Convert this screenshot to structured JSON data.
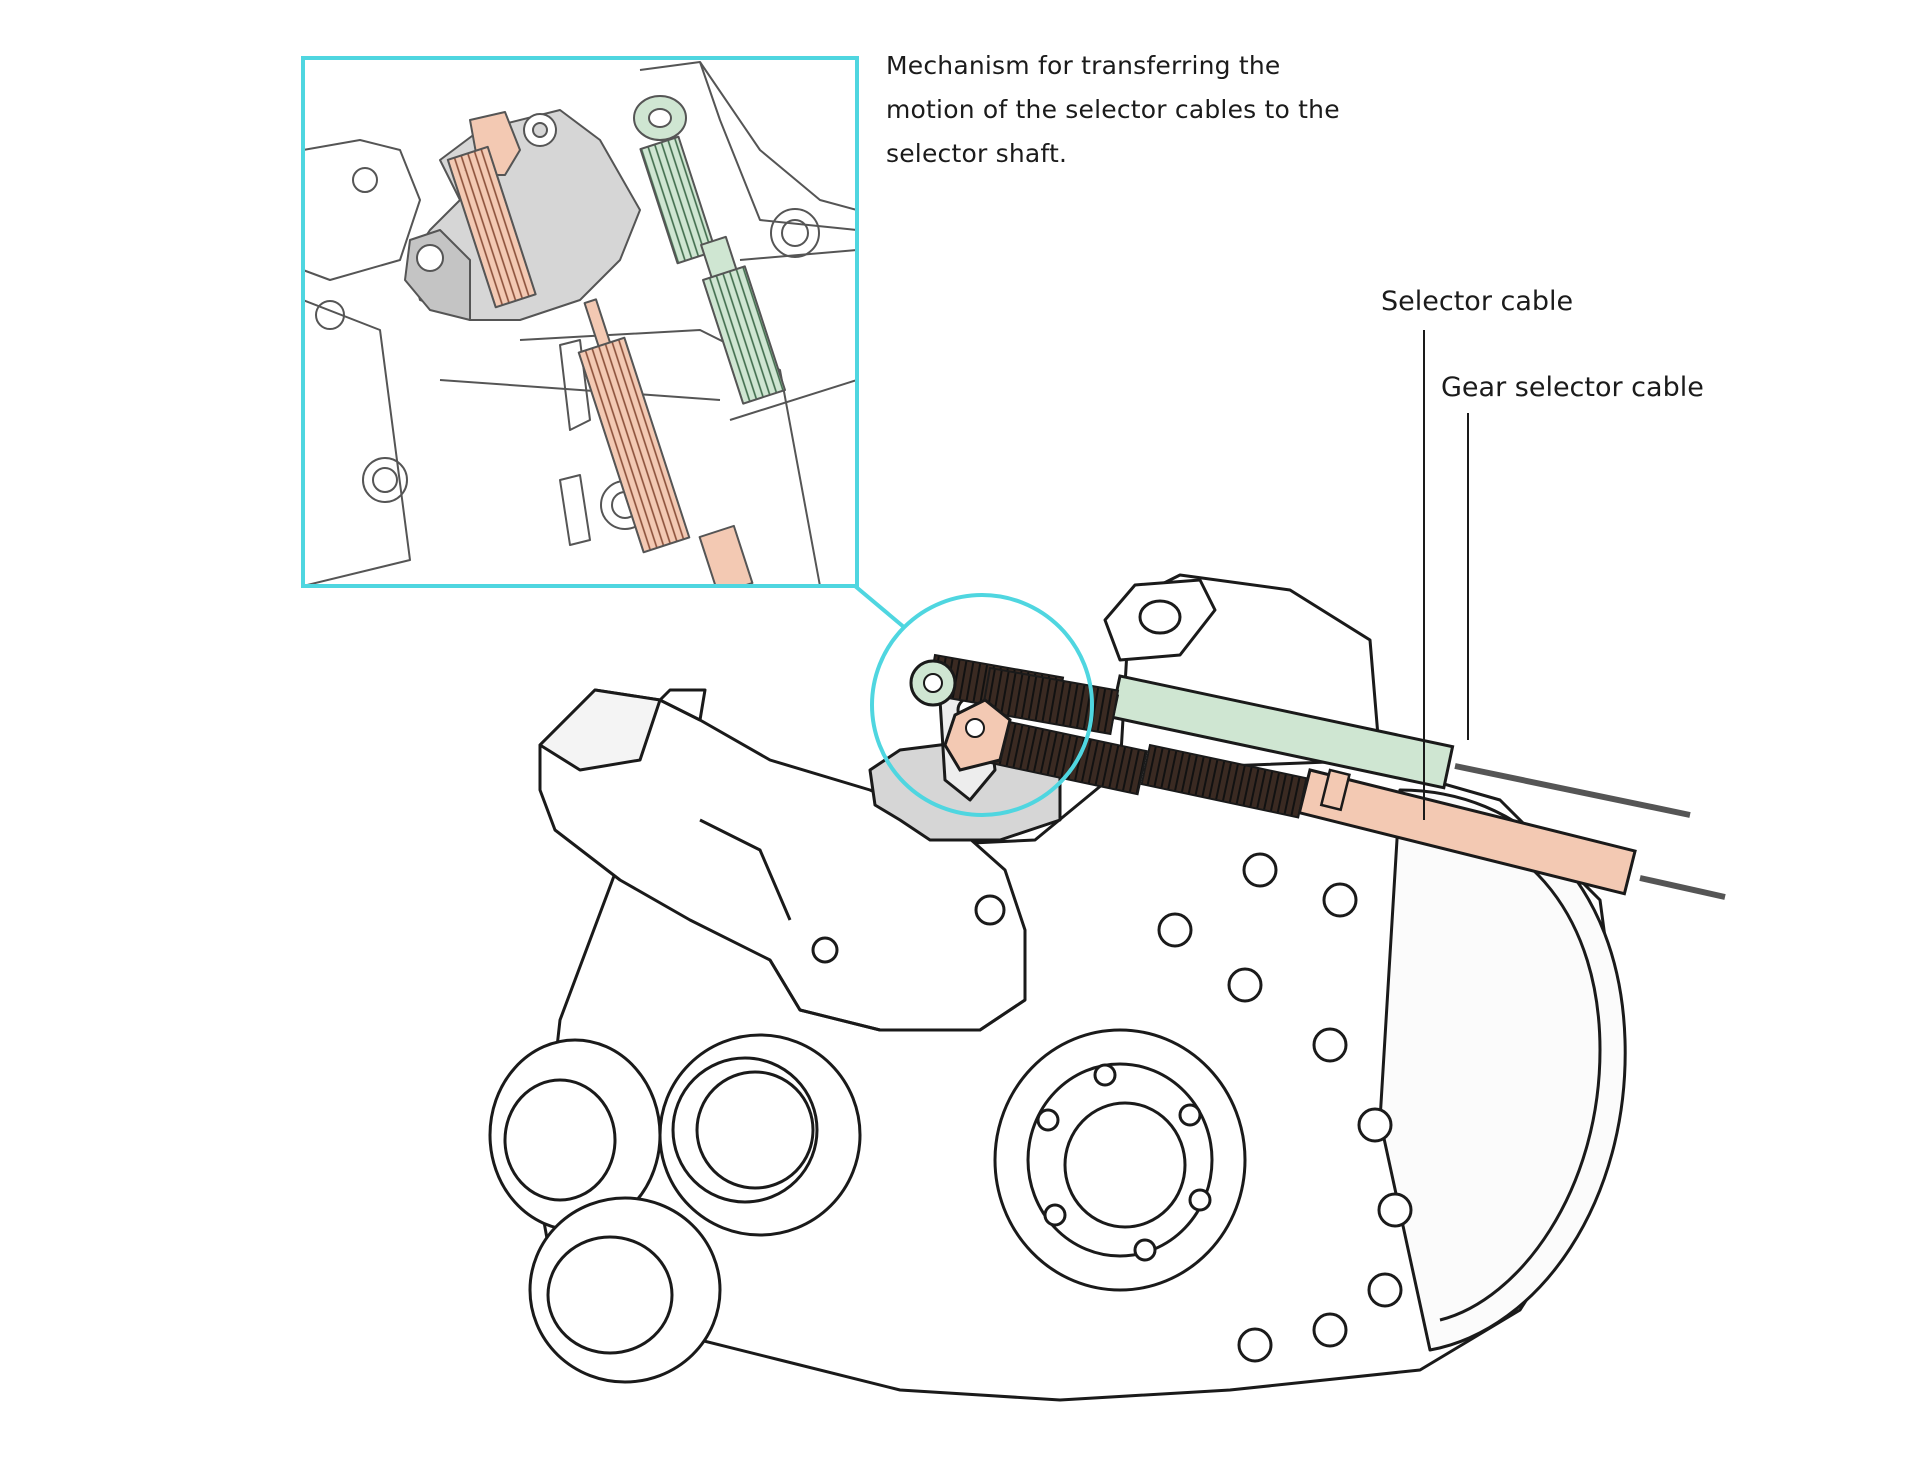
{
  "caption": {
    "line1": "Mechanism for transferring the",
    "line2": "motion of the selector cables to the",
    "line3": "selector shaft."
  },
  "labels": {
    "selector_cable": "Selector cable",
    "gear_selector_cable": "Gear selector cable"
  },
  "colors": {
    "highlight": "#4fd6e0",
    "selector_cable": "#f3c9b3",
    "gear_selector_cable": "#cfe6d2",
    "lever": "#d6d6d6",
    "line": "#1a1a1a",
    "inset_line": "#555555"
  }
}
